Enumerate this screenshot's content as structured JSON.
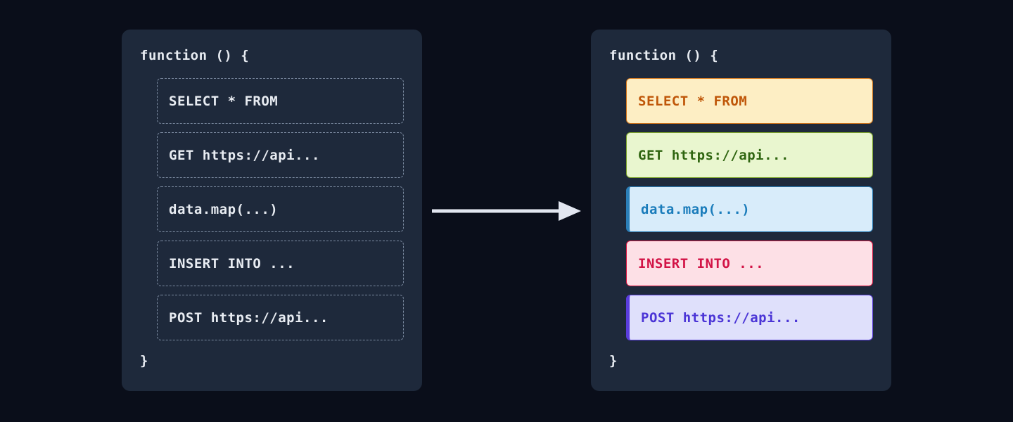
{
  "theme": {
    "page_bg": "#0a0e1a",
    "panel_bg": "#1e293b",
    "code_text": "#e8ecf2",
    "dashed_border": "#7b8aa0",
    "arrow_color": "#e2e6f0"
  },
  "arrow": {
    "icon": "arrow-right-icon",
    "direction": "right"
  },
  "panel_before": {
    "name": "before-panel",
    "code_open": "function () {",
    "code_close": "}",
    "blocks": [
      {
        "label": "SELECT * FROM",
        "kind": "sql-select"
      },
      {
        "label": "GET https://api...",
        "kind": "http-get"
      },
      {
        "label": "data.map(...)",
        "kind": "js-map"
      },
      {
        "label": "INSERT INTO ...",
        "kind": "sql-insert"
      },
      {
        "label": "POST https://api...",
        "kind": "http-post"
      }
    ]
  },
  "panel_after": {
    "name": "after-panel",
    "code_open": "function () {",
    "code_close": "}",
    "blocks": [
      {
        "label": "SELECT * FROM",
        "kind": "sql-select",
        "bg": "#fdeec4",
        "border": "#d4761a",
        "text": "#bf5608",
        "accent_left": false
      },
      {
        "label": "GET https://api...",
        "kind": "http-get",
        "bg": "#e9f6cf",
        "border": "#7ca32c",
        "text": "#2f6510",
        "accent_left": false
      },
      {
        "label": "data.map(...)",
        "kind": "js-map",
        "bg": "#d8ecfa",
        "border": "#2b7fb8",
        "text": "#1a7cbb",
        "accent_left": true
      },
      {
        "label": "INSERT INTO ...",
        "kind": "sql-insert",
        "bg": "#fde0e6",
        "border": "#d81a45",
        "text": "#d21346",
        "accent_left": false
      },
      {
        "label": "POST https://api...",
        "kind": "http-post",
        "bg": "#dfe0fb",
        "border": "#5a3ddd",
        "text": "#4b35d6",
        "accent_left": true
      }
    ]
  }
}
